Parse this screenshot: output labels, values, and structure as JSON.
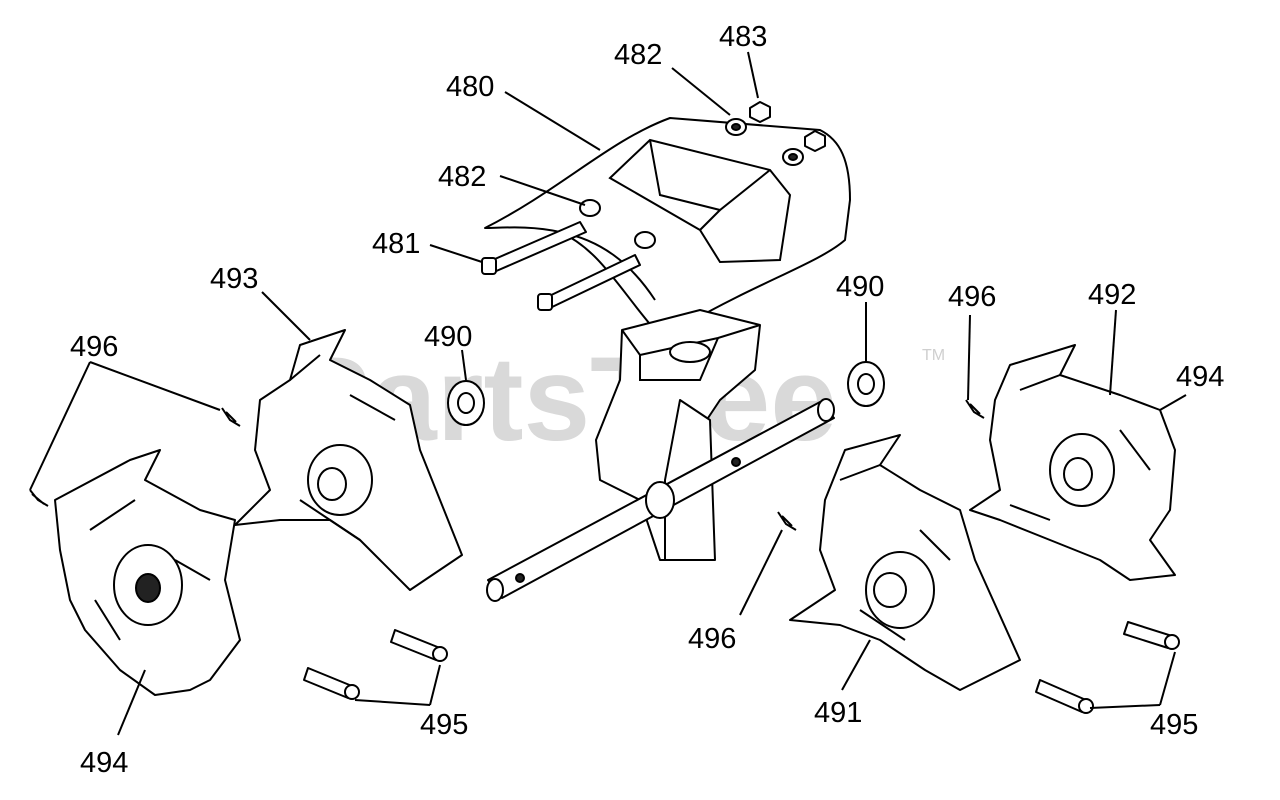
{
  "watermark": {
    "text": "PartsTree",
    "tm": "TM"
  },
  "callouts": {
    "c480": "480",
    "c481": "481",
    "c482a": "482",
    "c482b": "482",
    "c483": "483",
    "c490a": "490",
    "c490b": "490",
    "c491": "491",
    "c492": "492",
    "c493": "493",
    "c494a": "494",
    "c494b": "494",
    "c495a": "495",
    "c495b": "495",
    "c496a": "496",
    "c496b": "496",
    "c496c": "496"
  }
}
